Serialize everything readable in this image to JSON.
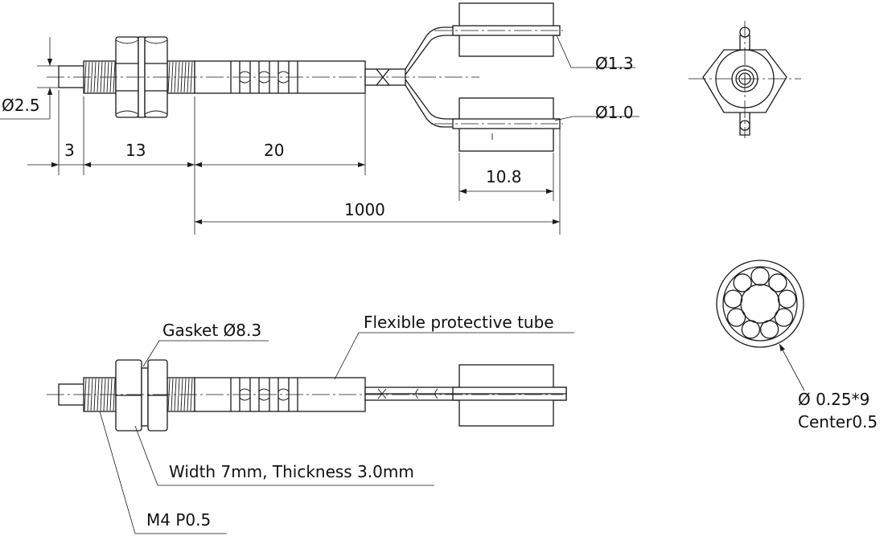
{
  "labels": {
    "dia_tip": "Ø2.5",
    "dia_fiber_top": "Ø1.3",
    "dia_fiber_bottom": "Ø1.0",
    "dim_3": "3",
    "dim_13": "13",
    "dim_20": "20",
    "dim_10_8": "10.8",
    "dim_1000": "1000",
    "gasket": "Gasket Ø8.3",
    "flex_tube": "Flexible protective tube",
    "nut_size": "Width 7mm, Thickness 3.0mm",
    "thread": "M4 P0.5",
    "fiber_spec": "Ø 0.25*9",
    "center": "Center0.5"
  }
}
